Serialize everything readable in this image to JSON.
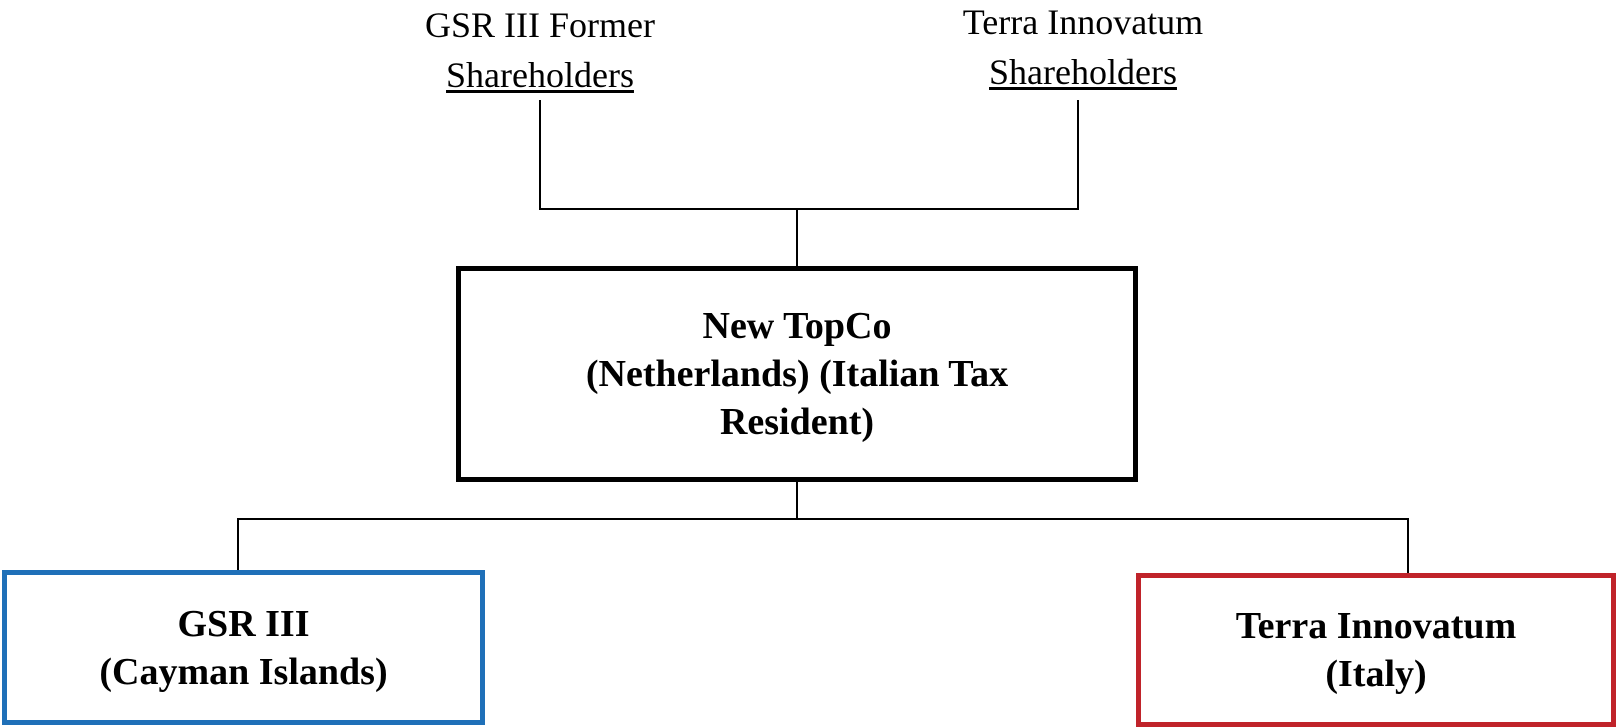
{
  "shareholders": {
    "gsr": {
      "line1": "GSR III Former",
      "line2": "Shareholders"
    },
    "terra": {
      "line1": "Terra Innovatum",
      "line2": "Shareholders"
    }
  },
  "topco": {
    "line1": "New TopCo",
    "line2": "(Netherlands) (Italian Tax",
    "line3": "Resident)",
    "border_color": "#000000"
  },
  "subsidiaries": {
    "gsr": {
      "line1": "GSR III",
      "line2": "(Cayman Islands)",
      "border_color": "#1f70b8"
    },
    "terra": {
      "line1": "Terra Innovatum",
      "line2": "(Italy)",
      "border_color": "#c0232a"
    }
  }
}
